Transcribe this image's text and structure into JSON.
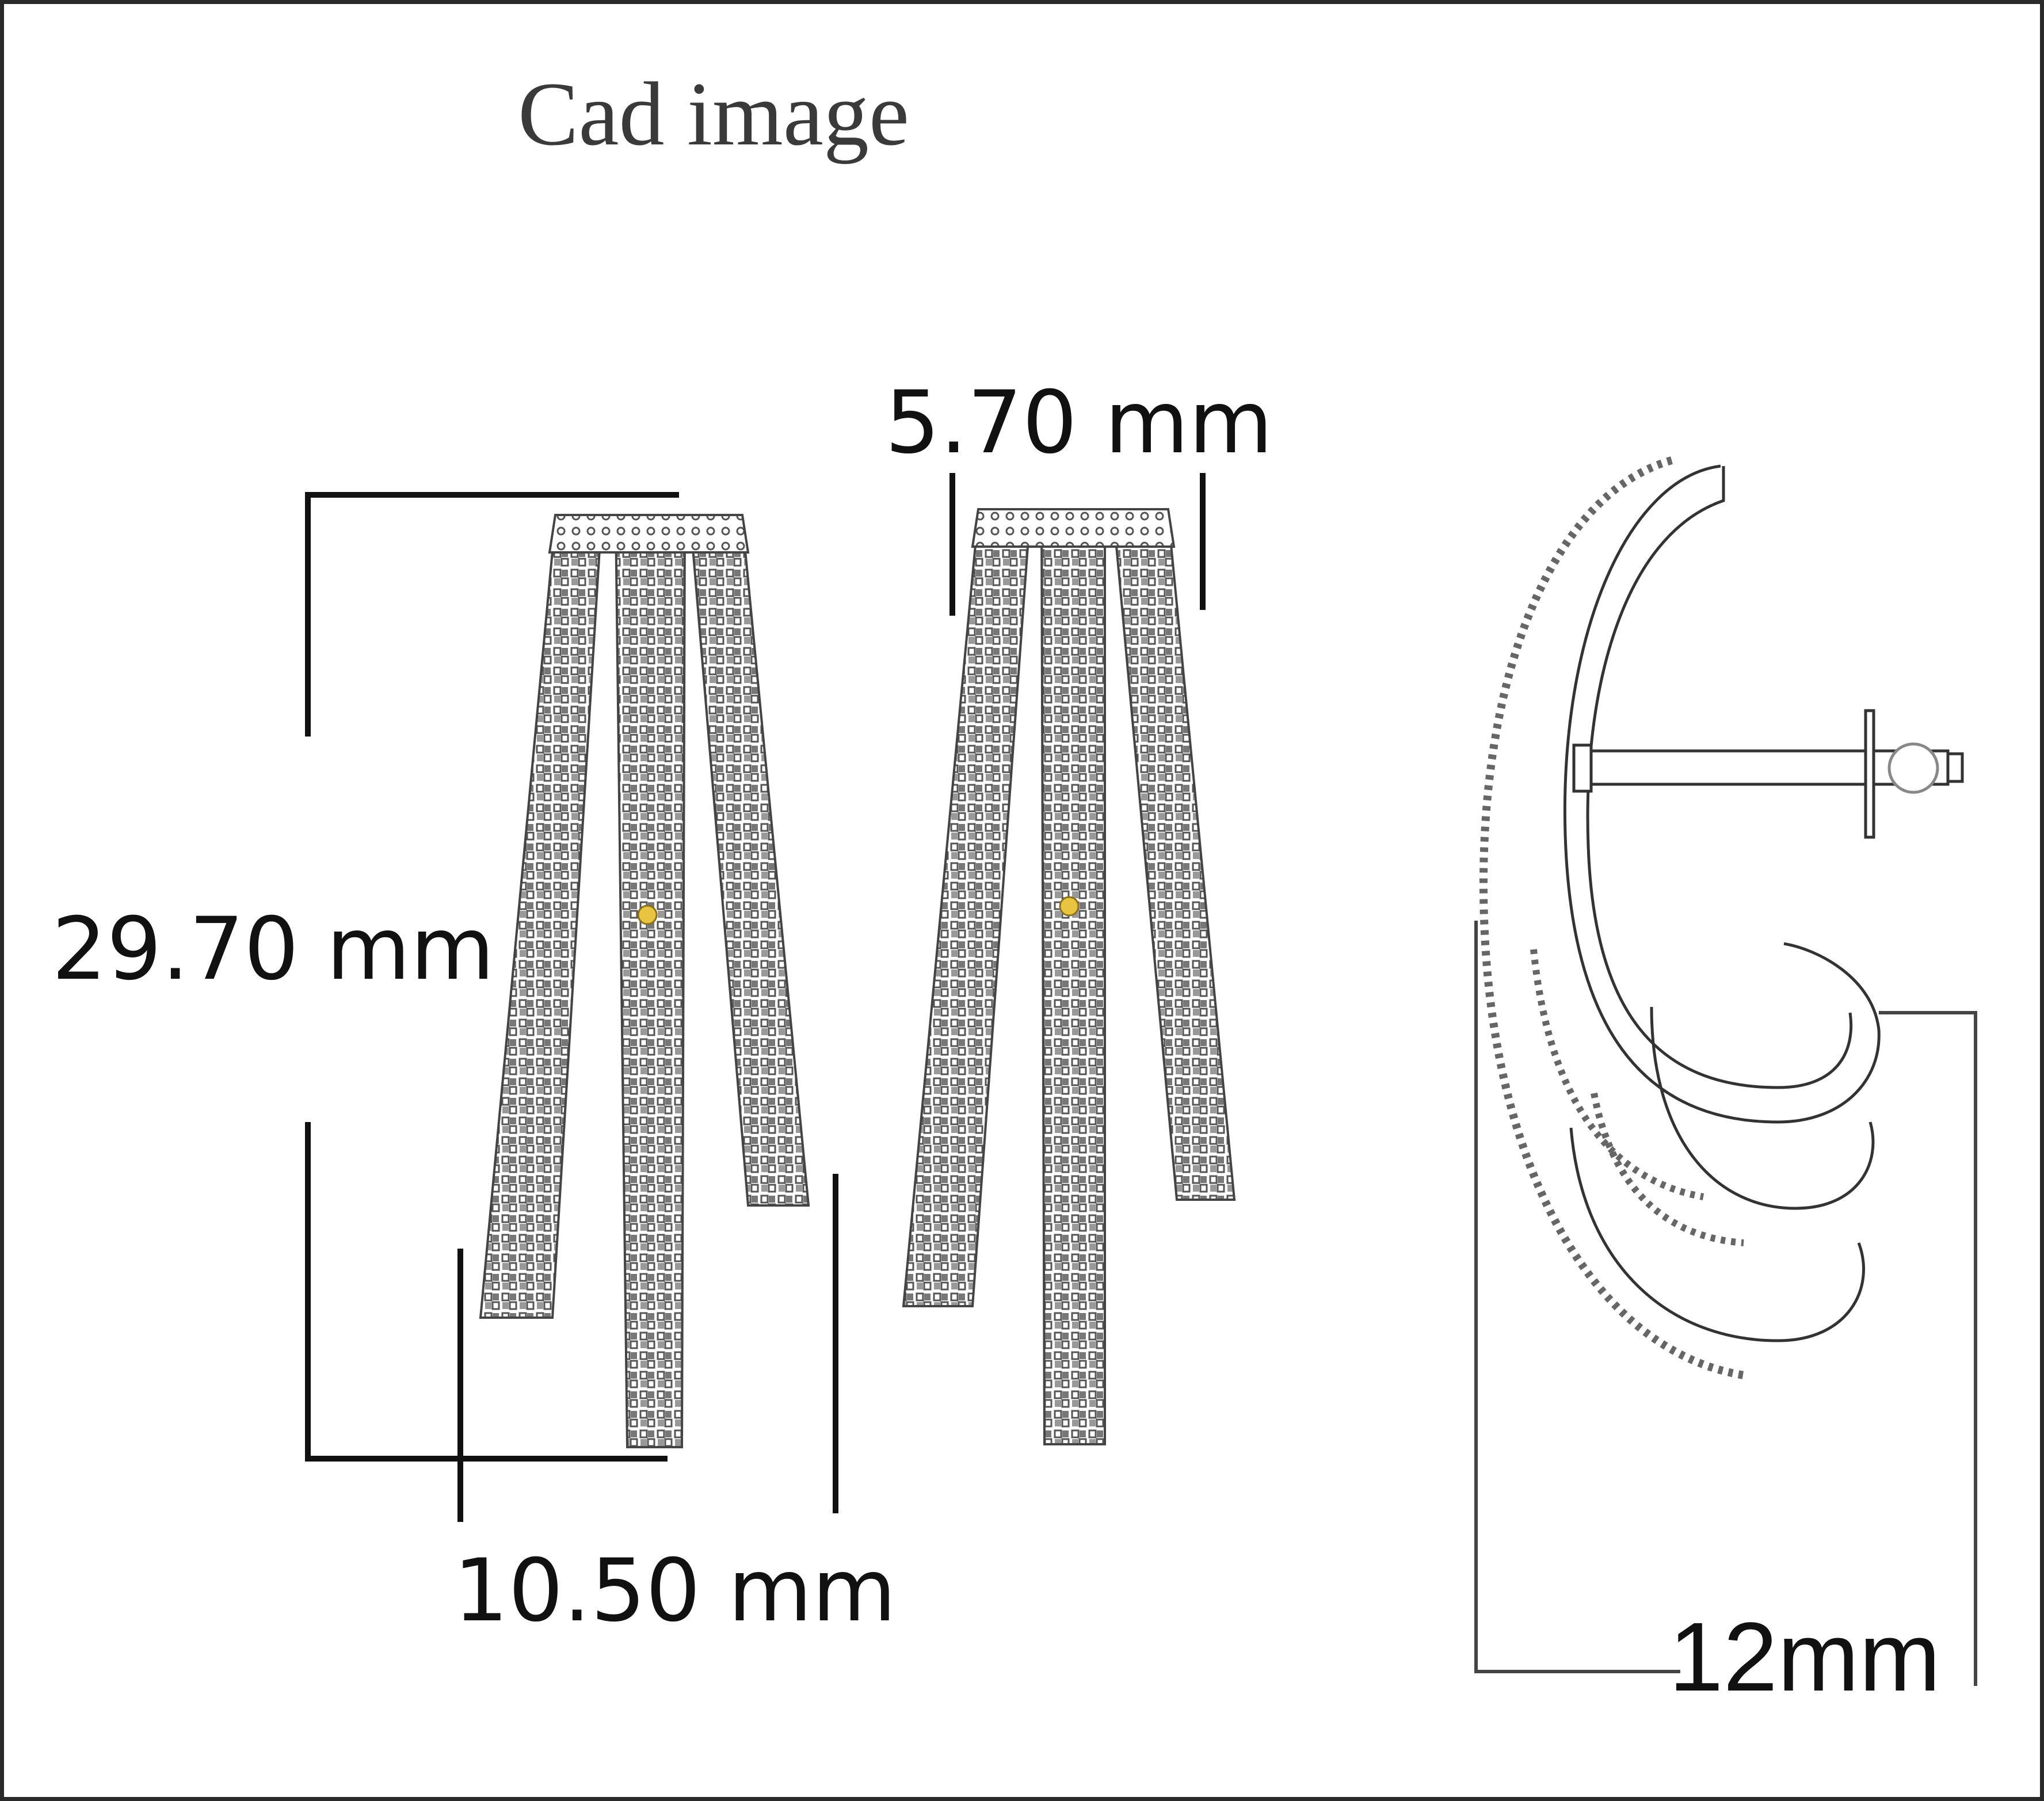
{
  "title": "Cad image",
  "dimensions": {
    "height": "29.70 mm",
    "top_width": "5.70 mm",
    "bottom_width": "10.50 mm",
    "side_depth": "12mm"
  },
  "colors": {
    "frame": "#2a2a2a",
    "title": "#3a3a3a",
    "dimension_line": "#111111",
    "stone_outline": "#555555",
    "center_stone": "#e8c440"
  }
}
